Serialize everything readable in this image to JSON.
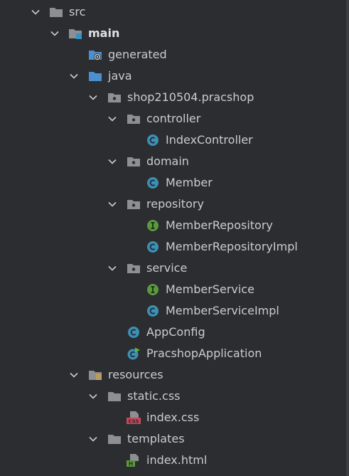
{
  "tree": {
    "items": [
      {
        "label": "src",
        "icon": "folder-icon"
      },
      {
        "label": "main",
        "icon": "source-root-folder-icon"
      },
      {
        "label": "generated",
        "icon": "generated-folder-icon"
      },
      {
        "label": "java",
        "icon": "source-folder-icon"
      },
      {
        "label": "shop210504.pracshop",
        "icon": "package-icon"
      },
      {
        "label": "controller",
        "icon": "package-icon"
      },
      {
        "label": "IndexController",
        "icon": "class-icon"
      },
      {
        "label": "domain",
        "icon": "package-icon"
      },
      {
        "label": "Member",
        "icon": "class-icon"
      },
      {
        "label": "repository",
        "icon": "package-icon"
      },
      {
        "label": "MemberRepository",
        "icon": "interface-icon"
      },
      {
        "label": "MemberRepositoryImpl",
        "icon": "class-icon"
      },
      {
        "label": "service",
        "icon": "package-icon"
      },
      {
        "label": "MemberService",
        "icon": "interface-icon"
      },
      {
        "label": "MemberServiceImpl",
        "icon": "class-icon"
      },
      {
        "label": "AppConfig",
        "icon": "class-icon"
      },
      {
        "label": "PracshopApplication",
        "icon": "spring-boot-class-icon"
      },
      {
        "label": "resources",
        "icon": "resources-folder-icon"
      },
      {
        "label": "static.css",
        "icon": "folder-icon"
      },
      {
        "label": "index.css",
        "icon": "css-file-icon"
      },
      {
        "label": "templates",
        "icon": "folder-icon"
      },
      {
        "label": "index.html",
        "icon": "html-file-icon"
      }
    ]
  },
  "colors": {
    "background": "#2b2d30",
    "text": "#c9ccd1",
    "folder": "#8c8f94",
    "source_folder": "#4a8fd0",
    "class": "#3d8fb4",
    "interface": "#5a9a3c",
    "css_badge": "#c9475c",
    "html_badge": "#5a9a3c"
  }
}
